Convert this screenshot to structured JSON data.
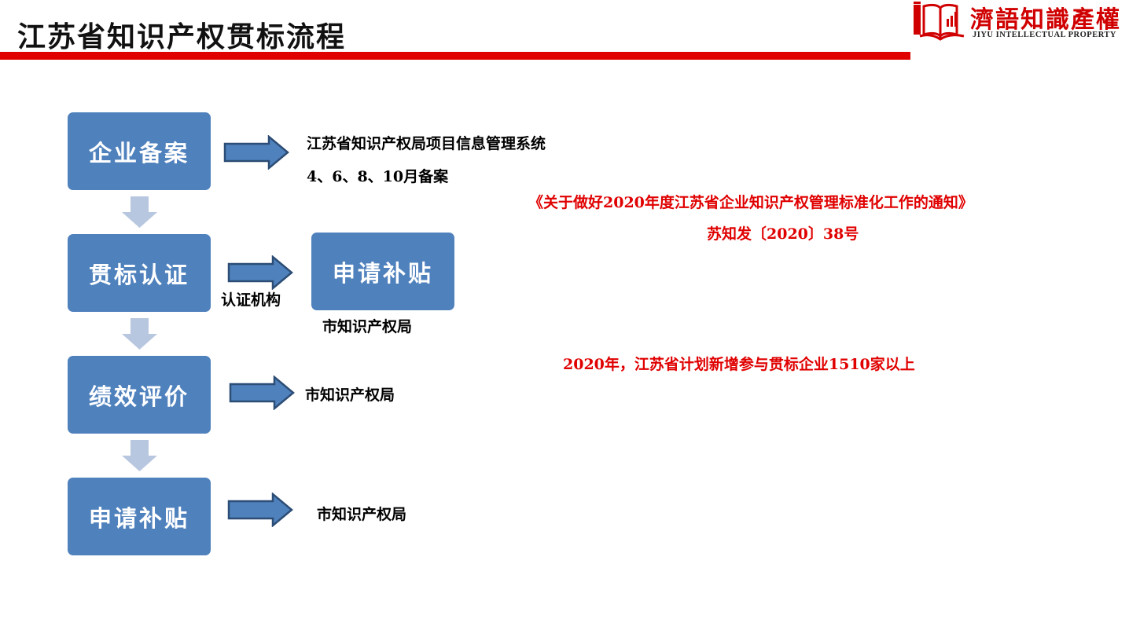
{
  "header": {
    "title": "江苏省知识产权贯标流程",
    "brand_cn": "濟語知識產權",
    "brand_en": "JIYU INTELLECTUAL PROPERTY"
  },
  "colors": {
    "accent_red": "#e00000",
    "box_blue": "#4f81bd",
    "arrow_light": "#b8c7e0"
  },
  "flow": {
    "steps": [
      {
        "label": "企业备案"
      },
      {
        "label": "贯标认证"
      },
      {
        "label": "绩效评价"
      },
      {
        "label": "申请补贴"
      }
    ],
    "step1": {
      "line1": "江苏省知识产权局项目信息管理系统",
      "line2": "4、6、8、10月备案"
    },
    "step2": {
      "arrow_label": "认证机构",
      "subsidy_box": "申请补贴",
      "subsidy_caption": "市知识产权局"
    },
    "step3": {
      "target": "市知识产权局"
    },
    "step4": {
      "target": "市知识产权局"
    }
  },
  "notes": {
    "notice_title": "《关于做好2020年度江苏省企业知识产权管理标准化工作的通知》",
    "notice_doc": "苏知发〔2020〕38号",
    "plan": "2020年，江苏省计划新增参与贯标企业1510家以上"
  }
}
